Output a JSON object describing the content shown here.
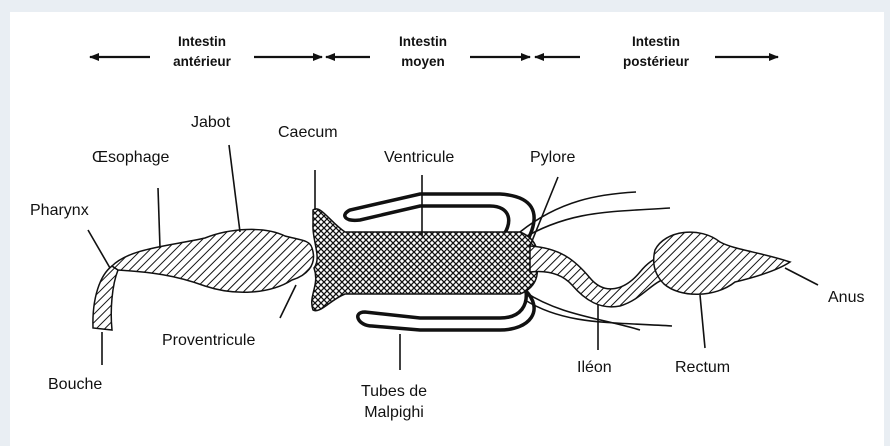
{
  "sections": {
    "anterior": [
      "Intestin",
      "antérieur"
    ],
    "middle": [
      "Intestin",
      "moyen"
    ],
    "posterior": [
      "Intestin",
      "postérieur"
    ]
  },
  "labels": {
    "jabot": "Jabot",
    "caecum": "Caecum",
    "oesophage": "Œsophage",
    "ventricule": "Ventricule",
    "pylore": "Pylore",
    "pharynx": "Pharynx",
    "anus": "Anus",
    "proventricule": "Proventricule",
    "bouche": "Bouche",
    "ileon": "Iléon",
    "rectum": "Rectum",
    "tubes_line1": "Tubes de",
    "tubes_line2": "Malpighi"
  }
}
